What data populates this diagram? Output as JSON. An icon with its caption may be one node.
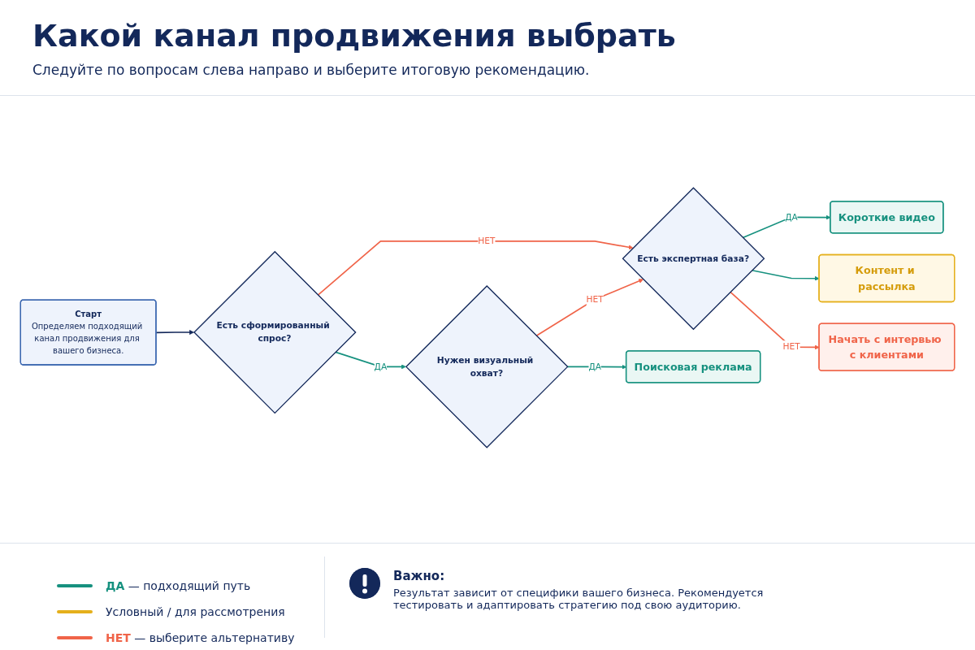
{
  "diagram": {
    "title": "Какой канал продвижения выбрать",
    "nodes": [
      {
        "text": [
          "Старт",
          "Определяем подходящий канал продвижения для вашего бизнеса."
        ]
      },
      {
        "text": [
          "Есть сформированный спрос?"
        ]
      },
      {
        "text": [
          "Нужен визуальный охват?"
        ]
      },
      {
        "text": [
          "Есть экспертная база?"
        ]
      },
      {
        "text": [
          "Поисковая реклама"
        ]
      },
      {
        "text": [
          "Короткие видео"
        ]
      },
      {
        "text": [
          "Контент и рассылка"
        ]
      },
      {
        "text": [
          "Начать с интервью с клиентами"
        ]
      }
    ],
    "edges": [
      {
        "from": 0,
        "to": 1,
        "arrow": "to",
        "color": "#13285a"
      },
      {
        "from": 1,
        "to": 2,
        "arrow": "to",
        "label": "ДА",
        "color": "#16917f"
      },
      {
        "from": 1,
        "to": 3,
        "arrow": "to",
        "label": "НЕТ",
        "color": "#f06449"
      },
      {
        "from": 2,
        "to": 4,
        "arrow": "to",
        "label": "ДА",
        "color": "#16917f"
      },
      {
        "from": 2,
        "to": 3,
        "arrow": "to",
        "label": "НЕТ",
        "color": "#f06449"
      },
      {
        "from": 3,
        "to": 5,
        "arrow": "to",
        "label": "ДА",
        "color": "#16917f"
      },
      {
        "from": 3,
        "to": 6,
        "arrow": "to",
        "color": "#16917f"
      },
      {
        "from": 3,
        "to": 7,
        "arrow": "to",
        "label": "НЕТ",
        "color": "#f06449"
      }
    ],
    "labels": [
      "Следуйте по вопросам слева направо и выберите итоговую рекомендацию.",
      "Важно:",
      "Результат зависит от специфики вашего бизнеса. Рекомендуется тестировать и адаптировать стратегию под свою аудиторию."
    ],
    "legend": [
      {
        "text": "**ДА** — подходящий путь"
      },
      {
        "text": "Условный / для рассмотрения"
      },
      {
        "text": "**НЕТ** — выберите альтернативу"
      }
    ]
  }
}
